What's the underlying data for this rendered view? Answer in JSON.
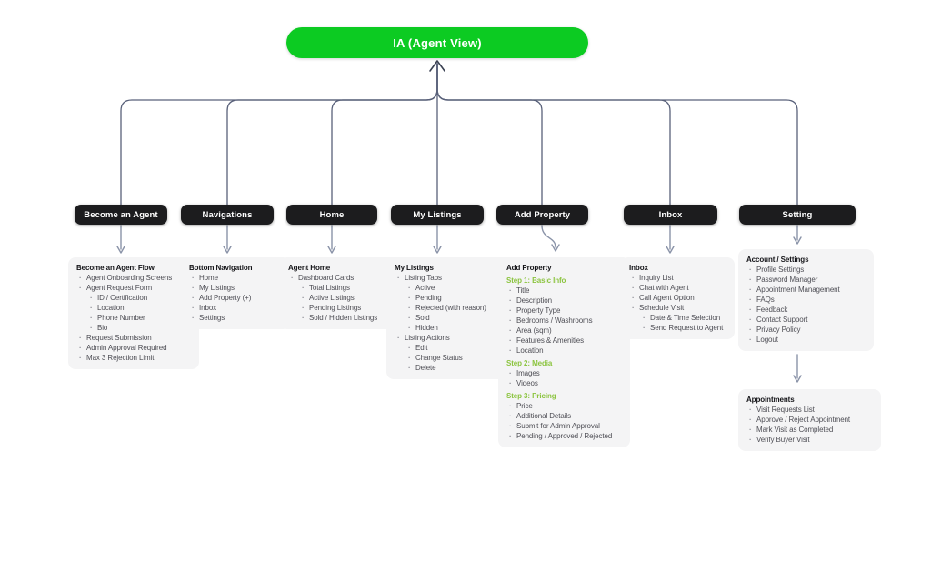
{
  "root": {
    "label": "IA (Agent View)"
  },
  "colors": {
    "accent_green": "#0CCB22",
    "step_green": "#8CC440",
    "node_black": "#1C1C1E",
    "card_bg": "#F4F4F5",
    "line": "#59617A",
    "line_arrow_dark": "#3A4152",
    "card_arrow": "#8A93A8"
  },
  "nodes": [
    {
      "id": "become-an-agent",
      "label": "Become an Agent"
    },
    {
      "id": "navigations",
      "label": "Navigations"
    },
    {
      "id": "home",
      "label": "Home"
    },
    {
      "id": "my-listings",
      "label": "My Listings"
    },
    {
      "id": "add-property",
      "label": "Add Property"
    },
    {
      "id": "inbox",
      "label": "Inbox"
    },
    {
      "id": "setting",
      "label": "Setting"
    }
  ],
  "cards": [
    {
      "id": "become-an-agent-flow",
      "title": "Become an Agent Flow",
      "items": [
        {
          "t": "Agent Onboarding Screens",
          "l": 1
        },
        {
          "t": "Agent Request Form",
          "l": 1
        },
        {
          "t": "ID / Certification",
          "l": 2
        },
        {
          "t": "Location",
          "l": 2
        },
        {
          "t": "Phone Number",
          "l": 2
        },
        {
          "t": "Bio",
          "l": 2
        },
        {
          "t": "Request Submission",
          "l": 1
        },
        {
          "t": "Admin Approval Required",
          "l": 1
        },
        {
          "t": "Max 3 Rejection Limit",
          "l": 1
        }
      ]
    },
    {
      "id": "bottom-navigation",
      "title": "Bottom Navigation",
      "items": [
        {
          "t": "Home",
          "l": 1
        },
        {
          "t": "My Listings",
          "l": 1
        },
        {
          "t": "Add Property (+)",
          "l": 1
        },
        {
          "t": "Inbox",
          "l": 1
        },
        {
          "t": "Settings",
          "l": 1
        }
      ]
    },
    {
      "id": "agent-home",
      "title": "Agent Home",
      "items": [
        {
          "t": "Dashboard Cards",
          "l": 1
        },
        {
          "t": "Total Listings",
          "l": 2
        },
        {
          "t": "Active Listings",
          "l": 2
        },
        {
          "t": "Pending Listings",
          "l": 2
        },
        {
          "t": "Sold / Hidden Listings",
          "l": 2
        }
      ]
    },
    {
      "id": "my-listings",
      "title": "My Listings",
      "items": [
        {
          "t": "Listing Tabs",
          "l": 1
        },
        {
          "t": "Active",
          "l": 2
        },
        {
          "t": "Pending",
          "l": 2
        },
        {
          "t": "Rejected (with reason)",
          "l": 2
        },
        {
          "t": "Sold",
          "l": 2
        },
        {
          "t": "Hidden",
          "l": 2
        },
        {
          "t": "Listing Actions",
          "l": 1
        },
        {
          "t": "Edit",
          "l": 2
        },
        {
          "t": "Change Status",
          "l": 2
        },
        {
          "t": "Delete",
          "l": 2
        }
      ]
    },
    {
      "id": "add-property",
      "title": "Add Property",
      "items": [
        {
          "t": "Step 1: Basic Info",
          "h": true
        },
        {
          "t": "Title",
          "l": 1
        },
        {
          "t": "Description",
          "l": 1
        },
        {
          "t": "Property Type",
          "l": 1
        },
        {
          "t": "Bedrooms / Washrooms",
          "l": 1
        },
        {
          "t": "Area (sqm)",
          "l": 1
        },
        {
          "t": "Features & Amenities",
          "l": 1
        },
        {
          "t": "Location",
          "l": 1
        },
        {
          "t": "Step 2: Media",
          "h": true
        },
        {
          "t": "Images",
          "l": 1
        },
        {
          "t": "Videos",
          "l": 1
        },
        {
          "t": "Step 3: Pricing",
          "h": true
        },
        {
          "t": "Price",
          "l": 1
        },
        {
          "t": "Additional Details",
          "l": 1
        },
        {
          "t": "Submit for Admin Approval",
          "l": 1
        },
        {
          "t": "Pending / Approved / Rejected",
          "l": 1
        }
      ]
    },
    {
      "id": "inbox",
      "title": "Inbox",
      "items": [
        {
          "t": "Inquiry List",
          "l": 1
        },
        {
          "t": "Chat with Agent",
          "l": 1
        },
        {
          "t": "Call Agent Option",
          "l": 1
        },
        {
          "t": "Schedule Visit",
          "l": 1
        },
        {
          "t": "Date & Time Selection",
          "l": 2
        },
        {
          "t": "Send Request to Agent",
          "l": 2
        }
      ]
    },
    {
      "id": "account-settings",
      "title": "Account / Settings",
      "items": [
        {
          "t": "Profile Settings",
          "l": 1
        },
        {
          "t": "Password Manager",
          "l": 1
        },
        {
          "t": "Appointment Management",
          "l": 1
        },
        {
          "t": "FAQs",
          "l": 1
        },
        {
          "t": "Feedback",
          "l": 1
        },
        {
          "t": "Contact Support",
          "l": 1
        },
        {
          "t": "Privacy Policy",
          "l": 1
        },
        {
          "t": "Logout",
          "l": 1
        }
      ]
    },
    {
      "id": "appointments",
      "title": "Appointments",
      "items": [
        {
          "t": "Visit Requests List",
          "l": 1
        },
        {
          "t": "Approve / Reject Appointment",
          "l": 1
        },
        {
          "t": "Mark Visit as Completed",
          "l": 1
        },
        {
          "t": "Verify Buyer Visit",
          "l": 1
        }
      ]
    }
  ]
}
